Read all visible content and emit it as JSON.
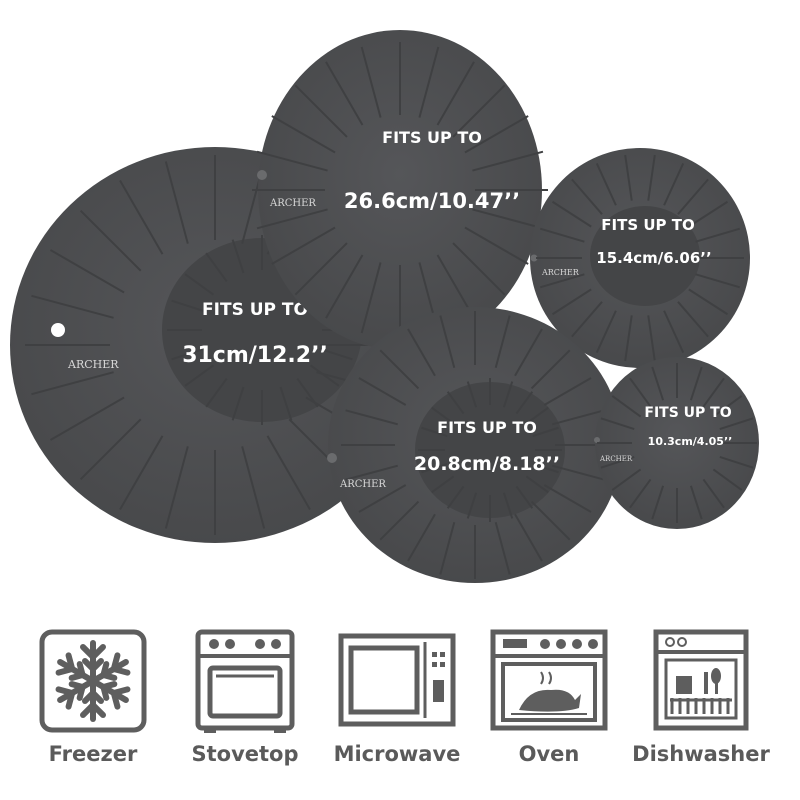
{
  "colors": {
    "lid": "#4d4e50",
    "lid_rib": "#3f4042",
    "lid_text": "#ffffff",
    "icon_gray": "#5e5e5e"
  },
  "brand": "ARCHER",
  "lids": [
    {
      "fits_label": "FITS UP TO",
      "size": "26.6cm/10.47’’"
    },
    {
      "fits_label": "FITS UP TO",
      "size": "31cm/12.2’’"
    },
    {
      "fits_label": "FITS UP TO",
      "size": "15.4cm/6.06’’"
    },
    {
      "fits_label": "FITS UP TO",
      "size": "20.8cm/8.18’’"
    },
    {
      "fits_label": "FITS UP TO",
      "size": "10.3cm/4.05’’"
    }
  ],
  "icons": [
    {
      "label": "Freezer",
      "icon": "snowflake-icon"
    },
    {
      "label": "Stovetop",
      "icon": "stovetop-icon"
    },
    {
      "label": "Microwave",
      "icon": "microwave-icon"
    },
    {
      "label": "Oven",
      "icon": "oven-icon"
    },
    {
      "label": "Dishwasher",
      "icon": "dishwasher-icon"
    }
  ]
}
